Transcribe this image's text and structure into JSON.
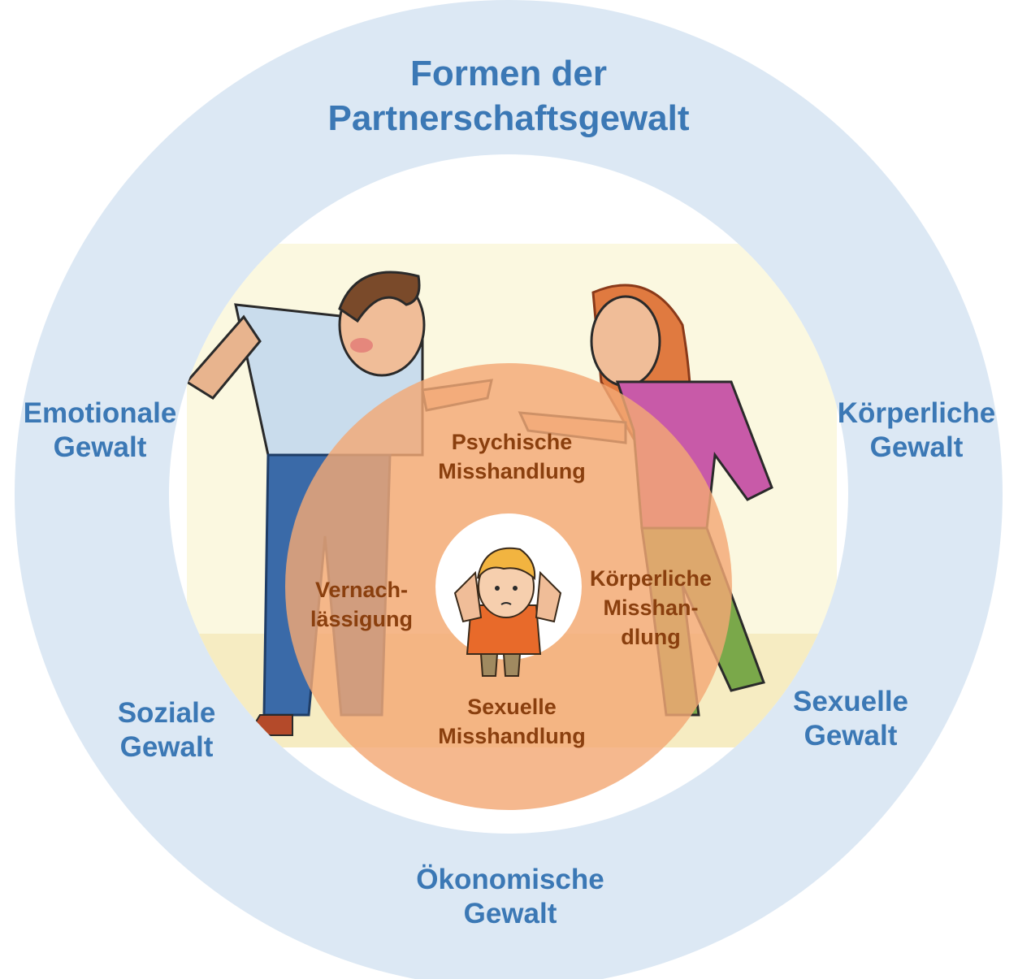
{
  "title": [
    "Formen der",
    "Partnerschaftsgewalt"
  ],
  "outer_ring_labels": {
    "emotional": [
      "Emotionale",
      "Gewalt"
    ],
    "physical": [
      "Körperliche",
      "Gewalt"
    ],
    "social": [
      "Soziale",
      "Gewalt"
    ],
    "sexual": [
      "Sexuelle",
      "Gewalt"
    ],
    "economic": [
      "Ökonomische",
      "Gewalt"
    ]
  },
  "inner_ring_labels": {
    "psychological": [
      "Psychische",
      "Misshandlung"
    ],
    "neglect": [
      "Vernach-",
      "lässigung"
    ],
    "physical": [
      "Körperliche",
      "Misshan-",
      "dlung"
    ],
    "sexual": [
      "Sexuelle",
      "Misshandlung"
    ]
  },
  "colors": {
    "outer_ring": "#dce8f4",
    "inner_ring": "#f3b78b",
    "outer_text": "#3b78b5",
    "inner_text": "#8a3f0e"
  }
}
